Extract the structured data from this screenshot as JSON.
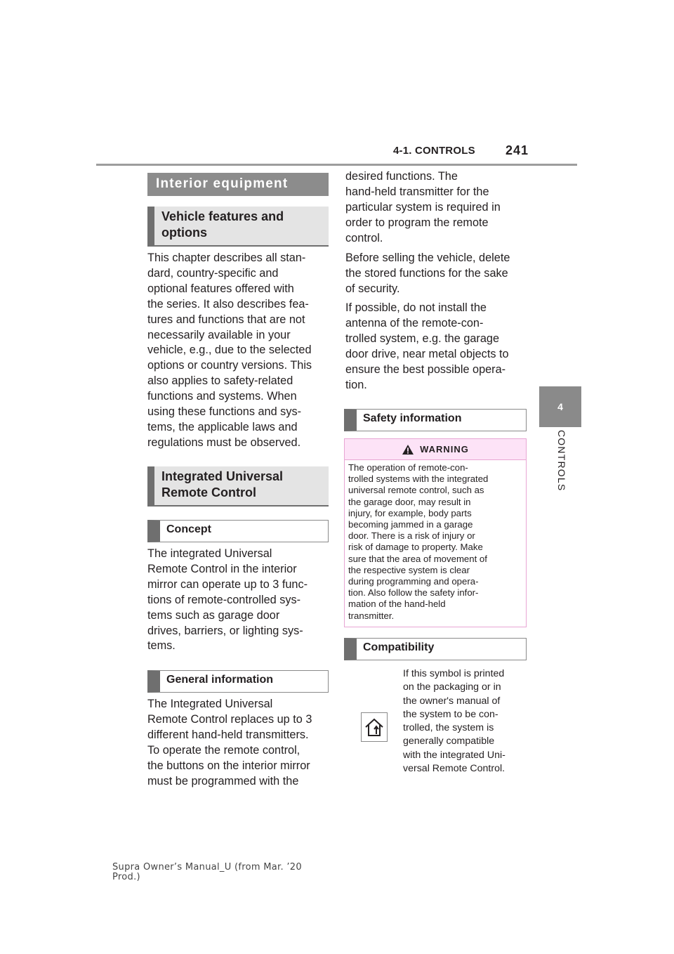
{
  "header": {
    "section": "4-1. CONTROLS",
    "page_number": "241"
  },
  "side_tab": {
    "number": "4",
    "label": "CONTROLS"
  },
  "left_column": {
    "section_title": "Interior equipment",
    "vehicle_features": {
      "title": "Vehicle features and options",
      "lines": [
        "This chapter describes all stan-",
        "dard, country-specific and",
        "optional features offered with",
        "the series. It also describes fea-",
        "tures and functions that are not",
        "necessarily available in your",
        "vehicle, e.g., due to the selected",
        "options or country versions. This",
        "also applies to safety-related",
        "functions and systems. When",
        "using these functions and sys-",
        "tems, the applicable laws and",
        "regulations must be observed."
      ]
    },
    "iurc": {
      "title": "Integrated Universal Remote Control",
      "concept": {
        "title": "Concept",
        "lines": [
          "The integrated Universal",
          "Remote Control in the interior",
          "mirror can operate up to 3 func-",
          "tions of remote-controlled sys-",
          "tems such as garage door",
          "drives, barriers, or lighting sys-",
          "tems."
        ]
      },
      "general": {
        "title": "General information",
        "lines": [
          "The Integrated Universal",
          "Remote Control replaces up to 3",
          "different hand-held transmitters.",
          "To operate the remote control,",
          "the buttons on the interior mirror",
          "must be programmed with the"
        ]
      }
    }
  },
  "right_column": {
    "continued_lines": [
      "desired functions. The",
      "hand-held transmitter for the",
      "particular system is required in",
      "order to program the remote",
      "control."
    ],
    "delete_lines": [
      "Before selling the vehicle, delete",
      "the stored functions for the sake",
      "of security."
    ],
    "antenna_lines": [
      "If possible, do not install the",
      "antenna of the remote-con-",
      "trolled system, e.g. the garage",
      "door drive, near metal objects to",
      "ensure the best possible opera-",
      "tion."
    ],
    "safety": {
      "title": "Safety information",
      "warning_label": "WARNING",
      "warning_lines": [
        "The operation of remote-con-",
        "trolled systems with the integrated",
        "universal remote control, such as",
        "the garage door, may result in",
        "injury, for example, body parts",
        "becoming jammed in a garage",
        "door. There is a risk of injury or",
        "risk of damage to property. Make",
        "sure that the area of movement of",
        "the respective system is clear",
        "during programming and opera-",
        "tion. Also follow the safety infor-",
        "mation of the hand-held",
        "transmitter."
      ]
    },
    "compatibility": {
      "title": "Compatibility",
      "icon": "home-arrow-icon",
      "lines": [
        "If this symbol is printed",
        "on the packaging or in",
        "the owner's manual of",
        "the system to be con-",
        "trolled, the system is",
        "generally compatible",
        "with the integrated Uni-",
        "versal Remote Control."
      ]
    }
  },
  "footer": {
    "line1": "Supra  Owner’s  Manual_U  (from  Mar.  ’20",
    "line2": "Prod.)"
  }
}
